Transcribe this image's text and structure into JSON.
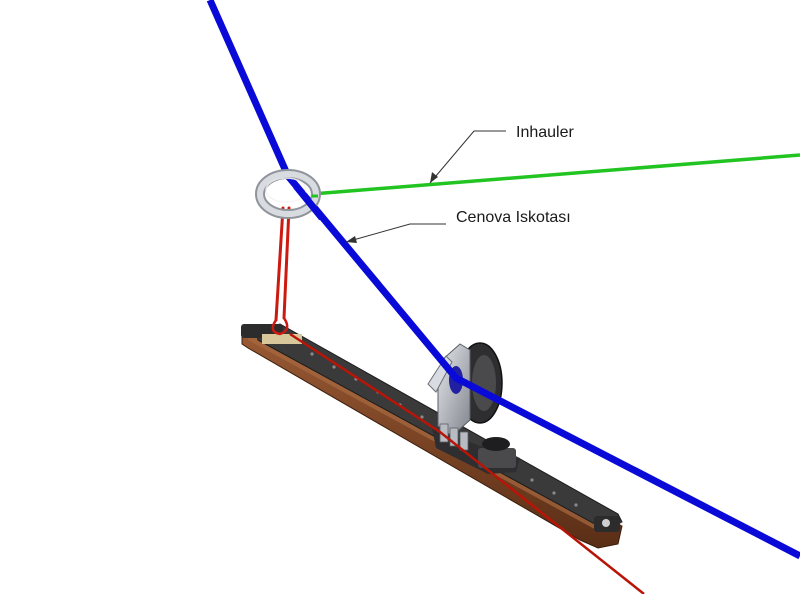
{
  "labels": {
    "inhauler": "Inhauler",
    "genoa_sheet": "Cenova Iskotası"
  },
  "colors": {
    "genoa_sheet_line": "#0a0ad8",
    "inhauler_line": "#22c422",
    "tie_line": "#cc1a10",
    "track_wood": "#7a4426",
    "track_rail": "#3a3a3a",
    "ring": "#c9cdd4",
    "block_metal": "#9a9ea6",
    "sheave": "#2e2e30"
  },
  "icons": {
    "ring": "ring-fitting",
    "block": "sheave-block",
    "track": "genoa-car-track"
  }
}
